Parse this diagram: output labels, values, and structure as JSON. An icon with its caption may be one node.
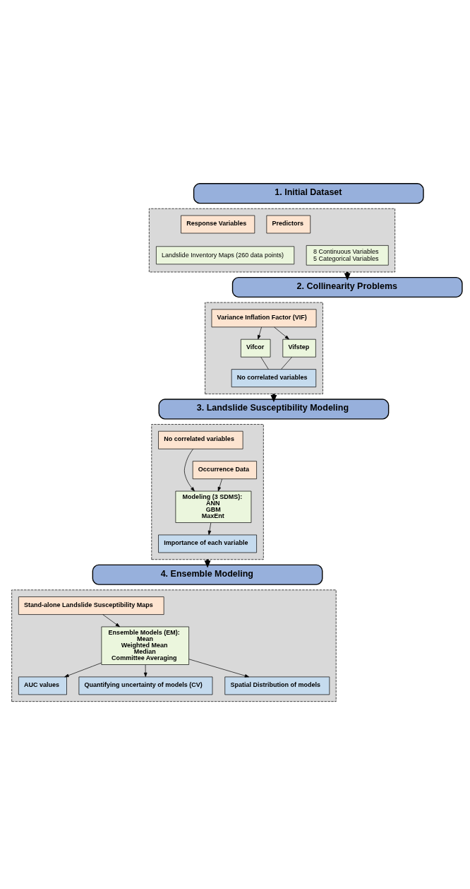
{
  "diagram": {
    "nodes": [
      {
        "text": [
          "1. Initial Dataset"
        ]
      },
      {
        "text": [],
        "shape": "box"
      },
      {
        "text": [
          "Response Variables"
        ],
        "in": 1
      },
      {
        "text": [
          "Predictors"
        ],
        "in": 1
      },
      {
        "text": [
          "Landslide Inventory Maps (260 data points)"
        ],
        "in": 1
      },
      {
        "text": [
          "8 Continuous Variables",
          "5 Categorical Variables"
        ],
        "in": 1
      },
      {
        "text": [
          "2. Collinearity Problems"
        ]
      },
      {
        "text": [],
        "shape": "box"
      },
      {
        "text": [
          "Variance Inflation Factor (VIF)"
        ],
        "in": 7
      },
      {
        "text": [
          "Vifcor"
        ],
        "in": 7
      },
      {
        "text": [
          "Vifstep"
        ],
        "in": 7
      },
      {
        "text": [
          "No correlated variables"
        ],
        "in": 7
      },
      {
        "text": [
          "3. Landslide Susceptibility Modeling"
        ]
      },
      {
        "text": [],
        "shape": "box"
      },
      {
        "text": [
          "No correlated variables"
        ],
        "in": 13
      },
      {
        "text": [
          "Occurrence Data"
        ],
        "in": 13
      },
      {
        "text": [
          "Modeling (3 SDMS):",
          "ANN",
          "GBM",
          "MaxEnt"
        ],
        "in": 13
      },
      {
        "text": [
          "Importance of each variable"
        ],
        "in": 13
      },
      {
        "text": [
          "4. Ensemble Modeling"
        ]
      },
      {
        "text": [],
        "shape": "box"
      },
      {
        "text": [
          "Stand-alone Landslide Susceptibility Maps"
        ],
        "in": 19
      },
      {
        "text": [
          "Ensemble Models (EM):",
          "Mean",
          "Weighted Mean",
          "Median",
          "Committee Averaging"
        ],
        "in": 19
      },
      {
        "text": [
          "AUC values"
        ],
        "in": 19
      },
      {
        "text": [
          "Quantifying uncertainty of models (CV)"
        ],
        "in": 19
      },
      {
        "text": [
          "Spatial Distribution of models"
        ],
        "in": 19
      }
    ],
    "edges": [
      {
        "from": 1,
        "to": 6,
        "arrow": "to",
        "style": "thick"
      },
      {
        "from": 8,
        "to": 9,
        "arrow": "to"
      },
      {
        "from": 8,
        "to": 10,
        "arrow": "to"
      },
      {
        "from": 9,
        "to": 11,
        "arrow": "none"
      },
      {
        "from": 10,
        "to": 11,
        "arrow": "none"
      },
      {
        "from": 7,
        "to": 12,
        "arrow": "to",
        "style": "thick"
      },
      {
        "from": 14,
        "to": 16,
        "arrow": "to"
      },
      {
        "from": 15,
        "to": 16,
        "arrow": "to"
      },
      {
        "from": 16,
        "to": 17,
        "arrow": "to"
      },
      {
        "from": 13,
        "to": 18,
        "arrow": "to",
        "style": "thick"
      },
      {
        "from": 20,
        "to": 21,
        "arrow": "to"
      },
      {
        "from": 21,
        "to": 22,
        "arrow": "to"
      },
      {
        "from": 21,
        "to": 23,
        "arrow": "to"
      },
      {
        "from": 21,
        "to": 24,
        "arrow": "to"
      }
    ]
  }
}
